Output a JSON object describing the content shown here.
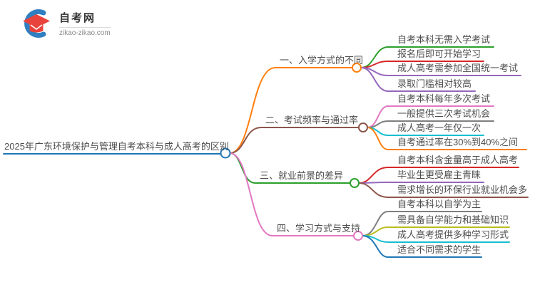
{
  "logo": {
    "site_name": "自考网",
    "site_url": "zikao-zikao.com",
    "icon": "graduation-cap-icon",
    "icon_colors": {
      "crescent": "#2f7fc1",
      "cap": "#e8433c"
    }
  },
  "root": {
    "label": "2025年广东环境保护与管理自考本科与成人高考的区别",
    "color": "#1f77b4"
  },
  "branches": [
    {
      "label": "一、入学方式的不同",
      "color": "#ff7f0e",
      "children": [
        {
          "label": "自考本科无需入学考试",
          "color": "#2ca02c"
        },
        {
          "label": "报名后即可开始学习",
          "color": "#d62728"
        },
        {
          "label": "成人高考需参加全国统一考试",
          "color": "#9467bd"
        },
        {
          "label": "录取门槛相对较高",
          "color": "#9467bd"
        }
      ]
    },
    {
      "label": "二、考试频率与通过率",
      "color": "#8c564b",
      "children": [
        {
          "label": "自考本科每年多次考试",
          "color": "#e377c2"
        },
        {
          "label": "一般提供三次考试机会",
          "color": "#7f7f7f"
        },
        {
          "label": "成人高考一年仅一次",
          "color": "#17becf"
        },
        {
          "label": "自考通过率在30%到40%之间",
          "color": "#ff7f0e"
        }
      ]
    },
    {
      "label": "三、就业前景的差异",
      "color": "#2ca02c",
      "children": [
        {
          "label": "自考本科含金量高于成人高考",
          "color": "#d62728"
        },
        {
          "label": "毕业生更受雇主青睐",
          "color": "#9467bd"
        },
        {
          "label": "需求增长的环保行业就业机会多",
          "color": "#8c564b"
        }
      ]
    },
    {
      "label": "四、学习方式与支持",
      "color": "#e377c2",
      "children": [
        {
          "label": "自考本科以自学为主",
          "color": "#7f7f7f"
        },
        {
          "label": "需具备自学能力和基础知识",
          "color": "#bcbd22"
        },
        {
          "label": "成人高考提供多种学习形式",
          "color": "#17becf"
        },
        {
          "label": "适合不同需求的学生",
          "color": "#1f77b4"
        }
      ]
    }
  ]
}
